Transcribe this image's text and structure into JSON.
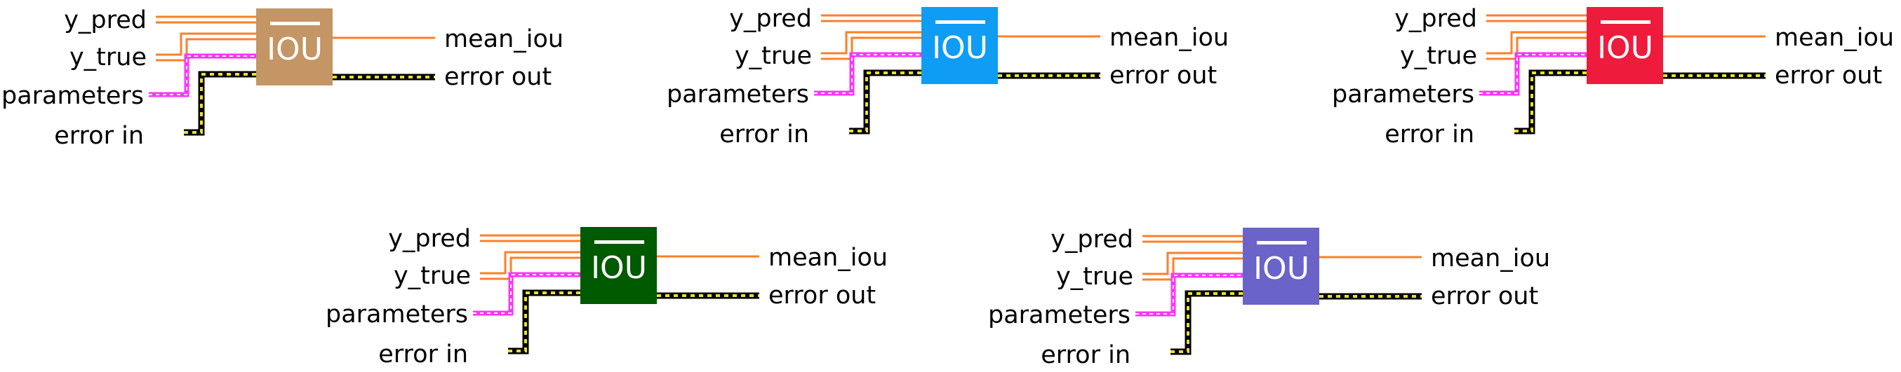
{
  "blocks": [
    {
      "id": "brown",
      "icon_label": "IOU",
      "color": "#c49565",
      "inputs": [
        "y_pred",
        "y_true",
        "parameters",
        "error in"
      ],
      "outputs": [
        "mean_iou",
        "error out"
      ]
    },
    {
      "id": "blue",
      "icon_label": "IOU",
      "color": "#0f9cf5",
      "inputs": [
        "y_pred",
        "y_true",
        "parameters",
        "error in"
      ],
      "outputs": [
        "mean_iou",
        "error out"
      ]
    },
    {
      "id": "red",
      "icon_label": "IOU",
      "color": "#ee1b3d",
      "inputs": [
        "y_pred",
        "y_true",
        "parameters",
        "error in"
      ],
      "outputs": [
        "mean_iou",
        "error out"
      ]
    },
    {
      "id": "green",
      "icon_label": "IOU",
      "color": "#005a00",
      "inputs": [
        "y_pred",
        "y_true",
        "parameters",
        "error in"
      ],
      "outputs": [
        "mean_iou",
        "error out"
      ]
    },
    {
      "id": "purple",
      "icon_label": "IOU",
      "color": "#6a63c9",
      "inputs": [
        "y_pred",
        "y_true",
        "parameters",
        "error in"
      ],
      "outputs": [
        "mean_iou",
        "error out"
      ]
    }
  ]
}
